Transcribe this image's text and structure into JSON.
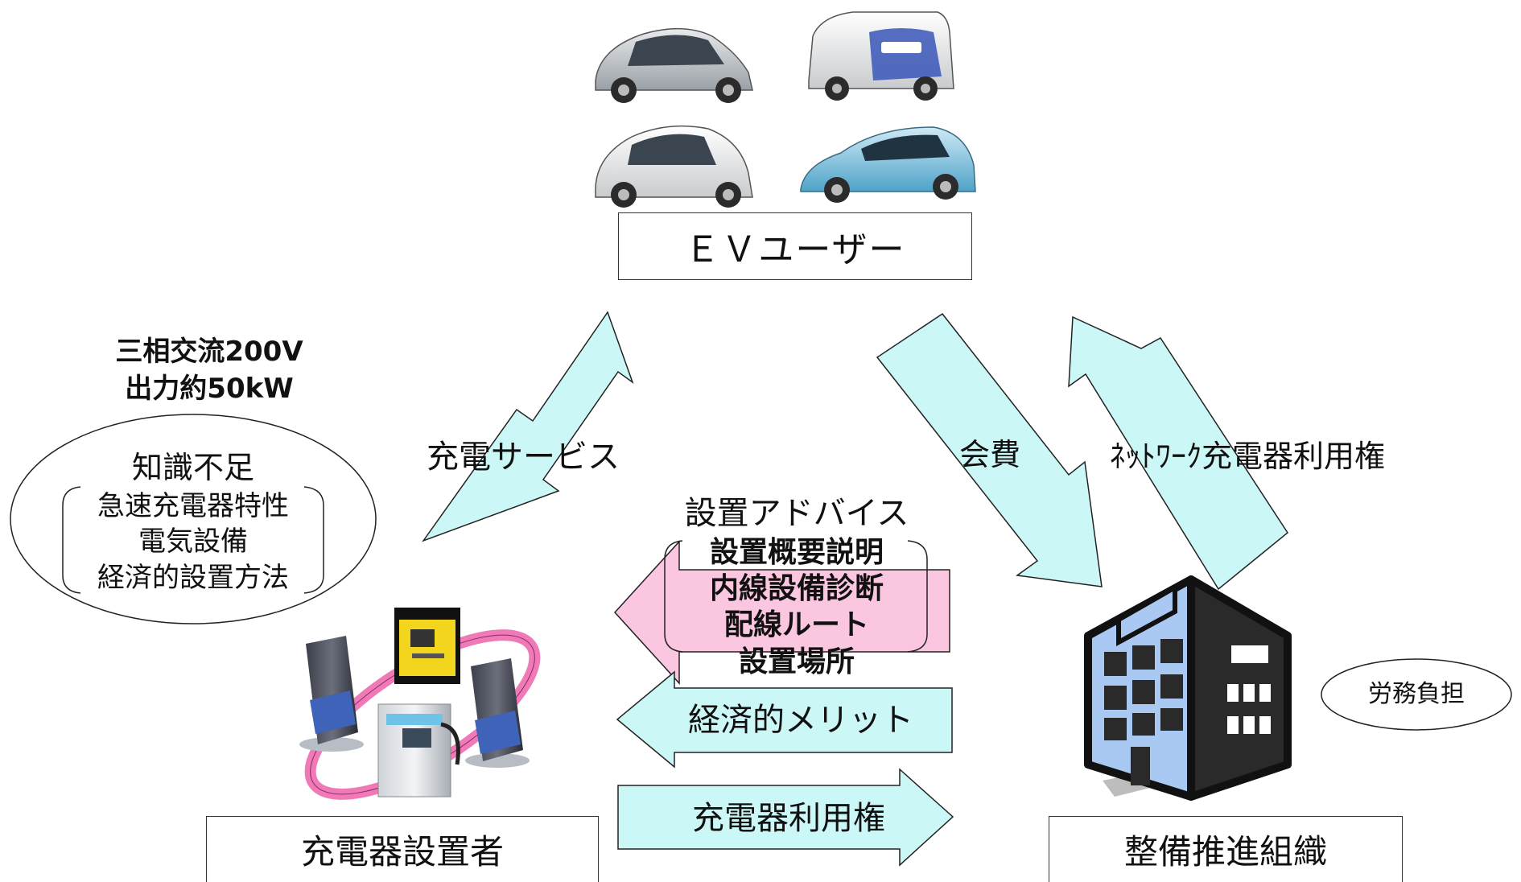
{
  "nodes": {
    "ev_user": "ＥＶユーザー",
    "installer": "充電器設置者",
    "organization": "整備推進組織"
  },
  "charger_spec": {
    "line1": "三相交流200V",
    "line2": "出力約50kW"
  },
  "knowledge_gap": {
    "title": "知識不足",
    "items": [
      "急速充電器特性",
      "電気設備",
      "経済的設置方法"
    ]
  },
  "flows": {
    "charging_service": "充電サービス",
    "membership_fee": "会費",
    "network_rights": "ﾈｯﾄﾜｰｸ充電器利用権",
    "installation_advice": "設置アドバイス",
    "advice_items": [
      "設置概要説明",
      "内線設備診断",
      "配線ルート",
      "設置場所"
    ],
    "economic_merit": "経済的メリット",
    "charger_usage_rights": "充電器利用権"
  },
  "labor_burden": "労務負担",
  "colors": {
    "arrow_cyan": "#ccf7f7",
    "arrow_pink": "#fbc6e0",
    "ring_pink": "#f07ab8",
    "building_window": "#a9c8f2",
    "building_dark": "#2a2a2a",
    "charger_yellow": "#f2d51c"
  }
}
